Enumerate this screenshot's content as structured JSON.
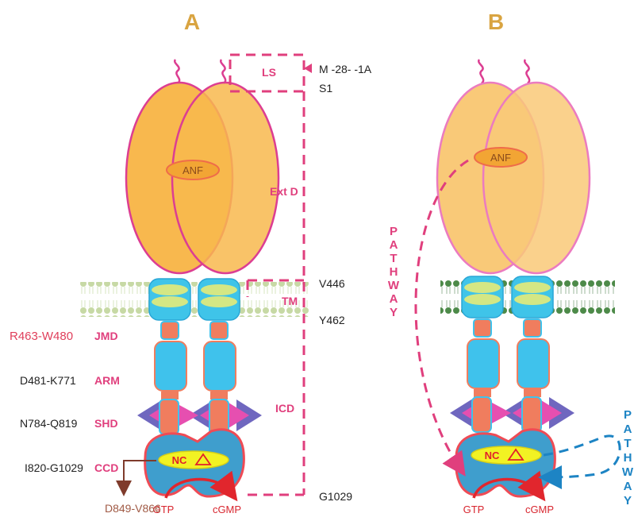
{
  "panels": {
    "a": "A",
    "b": "B"
  },
  "regions": {
    "ls": "LS",
    "ext_d": "Ext D",
    "tm": "TM",
    "icd": "ICD",
    "jmd": "JMD",
    "arm": "ARM",
    "shd": "SHD",
    "ccd": "CCD"
  },
  "residues": {
    "signal": "M -28- -1A",
    "s1": "S1",
    "v446": "V446",
    "y462": "Y462",
    "g1029": "G1029",
    "jmd_range": "R463-W480",
    "arm_range": "D481-K771",
    "shd_range": "N784-Q819",
    "ccd_range": "I820-G1029",
    "ccd_sub": "D849-V866"
  },
  "labels": {
    "anf": "ANF",
    "nc": "NC",
    "gtp": "GTP",
    "cgmp": "cGMP",
    "pathway": "PATHWAY"
  },
  "colors": {
    "ecd_fill": "#f8b84e",
    "ecd_stroke": "#dc3e92",
    "ecd_fill_b": "#f9c978",
    "membrane_lipid": "#c7d9a5",
    "tm_helix": "#3fc4e9",
    "jmd_block": "#f07d5e",
    "arm_block": "#3fc2ec",
    "shd_triangle": "#e64fb0",
    "shd_triangle_dark": "#6f67bf",
    "ccd_fill": "#3f9ecd",
    "ccd_stroke": "#ef4b55",
    "nc_fill": "#f2f223",
    "pathway_pink": "#e03f7d",
    "pathway_blue": "#1d84c4"
  },
  "icons": {
    "triangle": "delta-icon",
    "arrow": "curved-arrow-icon"
  }
}
